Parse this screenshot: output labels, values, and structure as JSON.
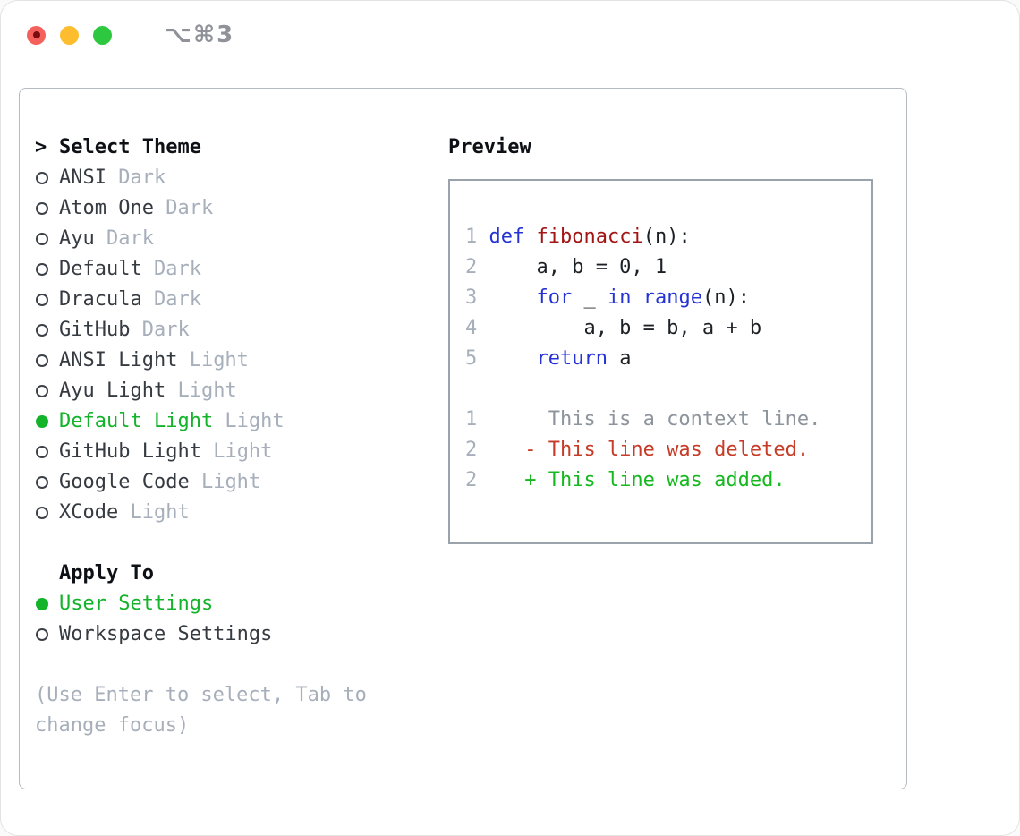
{
  "window": {
    "title": "⌥⌘3",
    "traffic_lights": [
      "close",
      "minimize",
      "zoom"
    ]
  },
  "colors": {
    "accent_green": "#13b32a",
    "keyword_blue": "#2533d4",
    "function_red": "#a31515",
    "deleted_red": "#c63c28",
    "added_green": "#16b81f",
    "context_gray": "#8d949c",
    "muted_gray": "#a7afbb",
    "text_dark": "#363b42",
    "heading_black": "#0d1116",
    "panel_border": "#b6bbc2",
    "preview_border": "#9aa2ac",
    "traffic_red": "#f4605b",
    "traffic_yellow": "#fdbd2e",
    "traffic_green": "#2dc83f"
  },
  "theme_list": {
    "prompt_marker": ">",
    "heading": "Select Theme",
    "items": [
      {
        "name": "ANSI",
        "variant": "Dark",
        "selected": false
      },
      {
        "name": "Atom One",
        "variant": "Dark",
        "selected": false
      },
      {
        "name": "Ayu",
        "variant": "Dark",
        "selected": false
      },
      {
        "name": "Default",
        "variant": "Dark",
        "selected": false
      },
      {
        "name": "Dracula",
        "variant": "Dark",
        "selected": false
      },
      {
        "name": "GitHub",
        "variant": "Dark",
        "selected": false
      },
      {
        "name": "ANSI Light",
        "variant": "Light",
        "selected": false
      },
      {
        "name": "Ayu Light",
        "variant": "Light",
        "selected": false
      },
      {
        "name": "Default Light",
        "variant": "Light",
        "selected": true
      },
      {
        "name": "GitHub Light",
        "variant": "Light",
        "selected": false
      },
      {
        "name": "Google Code",
        "variant": "Light",
        "selected": false
      },
      {
        "name": "XCode",
        "variant": "Light",
        "selected": false
      }
    ]
  },
  "apply_to": {
    "heading": "Apply To",
    "options": [
      {
        "label": "User Settings",
        "selected": true
      },
      {
        "label": "Workspace Settings",
        "selected": false
      }
    ]
  },
  "hint": {
    "lines": [
      "(Use Enter to select, Tab to",
      "change focus)"
    ]
  },
  "preview": {
    "heading": "Preview",
    "lines": [
      {
        "num": "1",
        "tokens": [
          {
            "t": "def",
            "c": "kw"
          },
          {
            "t": " ",
            "c": "code"
          },
          {
            "t": "fibonacci",
            "c": "fn"
          },
          {
            "t": "(n):",
            "c": "code"
          }
        ]
      },
      {
        "num": "2",
        "tokens": [
          {
            "t": "    a, b = 0, 1",
            "c": "code"
          }
        ]
      },
      {
        "num": "3",
        "tokens": [
          {
            "t": "    ",
            "c": "code"
          },
          {
            "t": "for",
            "c": "kw"
          },
          {
            "t": " _ ",
            "c": "code"
          },
          {
            "t": "in",
            "c": "kw"
          },
          {
            "t": " ",
            "c": "code"
          },
          {
            "t": "range",
            "c": "kw"
          },
          {
            "t": "(n):",
            "c": "code"
          }
        ]
      },
      {
        "num": "4",
        "tokens": [
          {
            "t": "        a, b = b, a + b",
            "c": "code"
          }
        ]
      },
      {
        "num": "5",
        "tokens": [
          {
            "t": "    ",
            "c": "code"
          },
          {
            "t": "return",
            "c": "kw"
          },
          {
            "t": " a",
            "c": "code"
          }
        ]
      },
      {
        "num": "",
        "tokens": []
      },
      {
        "num": "1",
        "tokens": [
          {
            "t": "     This is a context line.",
            "c": "ctx"
          }
        ]
      },
      {
        "num": "2",
        "tokens": [
          {
            "t": "   - This line was deleted.",
            "c": "del"
          }
        ]
      },
      {
        "num": "2",
        "tokens": [
          {
            "t": "   + This line was added.",
            "c": "add"
          }
        ]
      }
    ]
  }
}
